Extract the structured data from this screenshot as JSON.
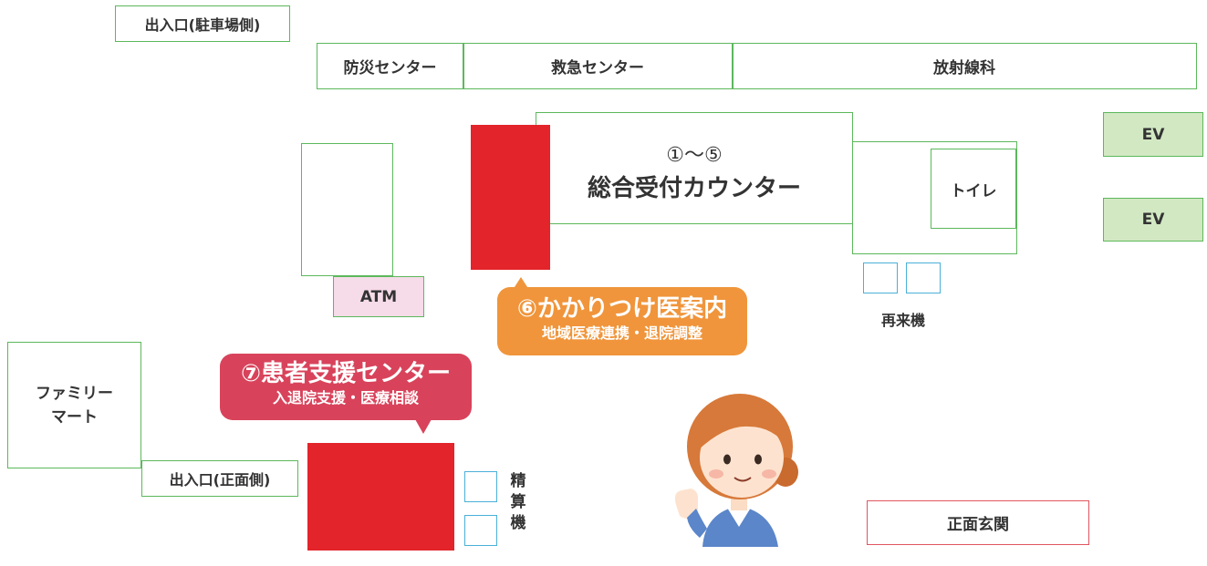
{
  "entrances": {
    "parking": "出入口(駐車場側)",
    "front": "出入口(正面側)",
    "front_hall": "正面玄関"
  },
  "top_row": {
    "disaster": "防災センター",
    "emergency": "救急センター",
    "radiology": "放射線科"
  },
  "reception": {
    "number": "①〜⑤",
    "name": "総合受付カウンター"
  },
  "facilities": {
    "toilet": "トイレ",
    "ev1": "EV",
    "ev2": "EV",
    "atm": "ATM",
    "revisit_machine": "再来機",
    "payment_machine": [
      "精",
      "算",
      "機"
    ],
    "family_mart": [
      "ファミリー",
      "マート"
    ]
  },
  "bubbles": {
    "referral": {
      "title": "⑥かかりつけ医案内",
      "subtitle": "地域医療連携・退院調整"
    },
    "support": {
      "title": "⑦患者支援センター",
      "subtitle": "入退院支援・医療相談"
    }
  },
  "colors": {
    "wall_green": "#5cb85c",
    "ev_fill": "#d2e8c3",
    "atm_fill": "#f6dbe8",
    "counter_red": "#e3242b",
    "bubble_orange": "#f0953b",
    "bubble_pink": "#d8435b",
    "machine_blue": "#4ab0d9",
    "front_hall_border": "#e05560"
  }
}
